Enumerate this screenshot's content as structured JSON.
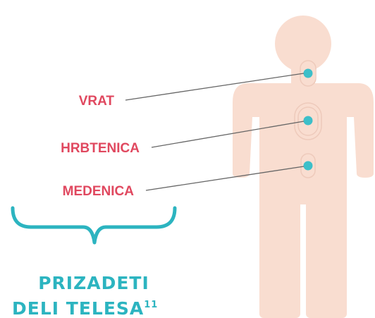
{
  "labels": {
    "neck": "VRAT",
    "spine": "HRBTENICA",
    "pelvis": "MEDENICA"
  },
  "caption": {
    "line1": "PRIZADETI",
    "line2": "DELI TELESA",
    "footnote": "11"
  },
  "colors": {
    "body": "#f9ddd0",
    "pad_ring": "#eecabb",
    "marker": "#3dbfc9",
    "label": "#e0485f",
    "caption": "#2cb4c0",
    "leader_line": "#666666",
    "brace": "#2cb4c0"
  }
}
